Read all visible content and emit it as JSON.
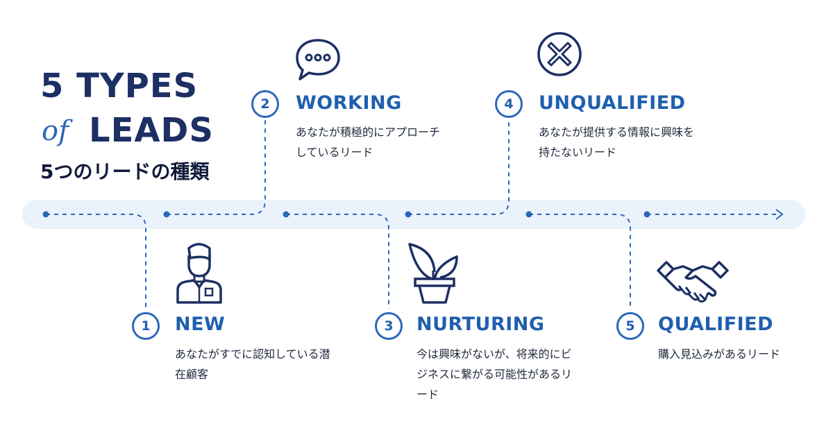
{
  "title": {
    "line1": "5 TYPES",
    "of": "of",
    "line2": "LEADS",
    "japanese": "5つのリードの種類"
  },
  "steps": [
    {
      "number": "1",
      "name": "NEW",
      "description": "あなたがすでに認知している潜在顧客",
      "icon": "person-icon"
    },
    {
      "number": "2",
      "name": "WORKING",
      "description": "あなたが積極的にアプローチしているリード",
      "icon": "speech-bubble-icon"
    },
    {
      "number": "3",
      "name": "NURTURING",
      "description": "今は興味がないが、将来的にビジネスに繋がる可能性があるリード",
      "icon": "plant-pot-icon"
    },
    {
      "number": "4",
      "name": "UNQUALIFIED",
      "description": "あなたが提供する情報に興味を持たないリード",
      "icon": "x-circle-icon"
    },
    {
      "number": "5",
      "name": "QUALIFIED",
      "description": "購入見込みがあるリード",
      "icon": "handshake-icon"
    }
  ],
  "colors": {
    "primary": "#2b67b9",
    "navy": "#1d2f63",
    "band": "#eaf3fb"
  }
}
